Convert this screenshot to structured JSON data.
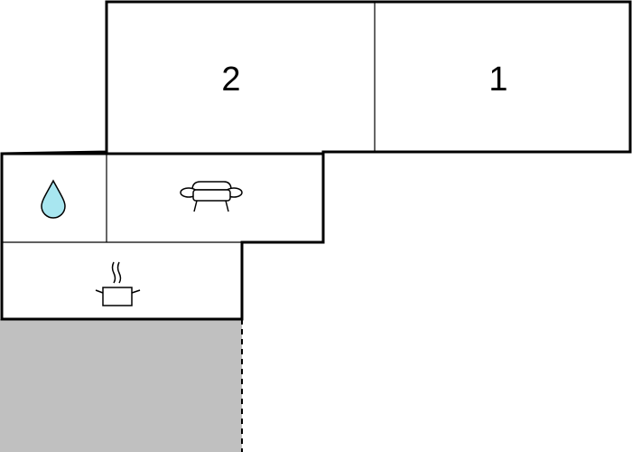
{
  "floor_plan": {
    "rooms": [
      {
        "id": "bedroom-2",
        "label": "2",
        "type": "bedroom"
      },
      {
        "id": "bedroom-1",
        "label": "1",
        "type": "bedroom"
      },
      {
        "id": "bathroom",
        "label": "",
        "type": "bathroom",
        "icon": "water-drop-icon"
      },
      {
        "id": "living-room",
        "label": "",
        "type": "living room",
        "icon": "sofa-icon"
      },
      {
        "id": "kitchen",
        "label": "",
        "type": "kitchen",
        "icon": "cooking-pot-icon"
      },
      {
        "id": "terrace",
        "label": "",
        "type": "outdoor area"
      }
    ],
    "colors": {
      "wall": "#000000",
      "room_fill": "#ffffff",
      "outdoor_fill": "#c0c0c0",
      "water_drop": "#a8e6f0"
    }
  }
}
